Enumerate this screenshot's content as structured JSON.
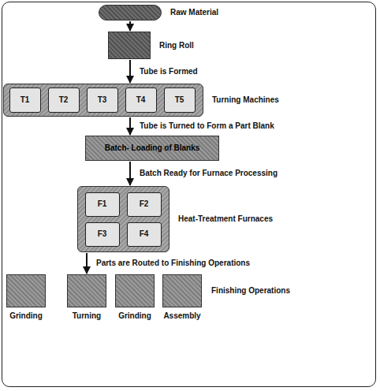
{
  "diagram": {
    "nodes": [
      {
        "text": [
          "Raw Material"
        ]
      },
      {
        "text": [
          "Ring Roll"
        ]
      },
      {
        "text": [
          "Turning Machines"
        ]
      },
      {
        "text": [
          "T1"
        ],
        "in": 2
      },
      {
        "text": [
          "T2"
        ],
        "in": 2
      },
      {
        "text": [
          "T3"
        ],
        "in": 2
      },
      {
        "text": [
          "T4"
        ],
        "in": 2
      },
      {
        "text": [
          "T5"
        ],
        "in": 2
      },
      {
        "text": [
          "Batch- Loading of Blanks"
        ]
      },
      {
        "text": [
          "Heat-Treatment Furnaces"
        ]
      },
      {
        "text": [
          "F1"
        ],
        "in": 9
      },
      {
        "text": [
          "F2"
        ],
        "in": 9
      },
      {
        "text": [
          "F3"
        ],
        "in": 9
      },
      {
        "text": [
          "F4"
        ],
        "in": 9
      },
      {
        "text": [
          "Grinding"
        ]
      },
      {
        "text": [
          "Turning"
        ]
      },
      {
        "text": [
          "Grinding"
        ]
      },
      {
        "text": [
          "Assembly"
        ]
      }
    ],
    "edges": [
      {
        "from": 0,
        "to": 1,
        "arrow": "to"
      },
      {
        "from": 1,
        "to": 2,
        "label": "Tube is Formed",
        "arrow": "to"
      },
      {
        "from": 2,
        "to": 8,
        "label": "Tube is Turned to Form a Part Blank",
        "arrow": "to"
      },
      {
        "from": 8,
        "to": 9,
        "label": "Batch Ready for Furnace Processing",
        "arrow": "to"
      },
      {
        "from": 9,
        "to": 15,
        "label": "Parts are Routed to Finishing Operations",
        "arrow": "to"
      }
    ],
    "labels": [
      "Finishing Operations"
    ]
  }
}
